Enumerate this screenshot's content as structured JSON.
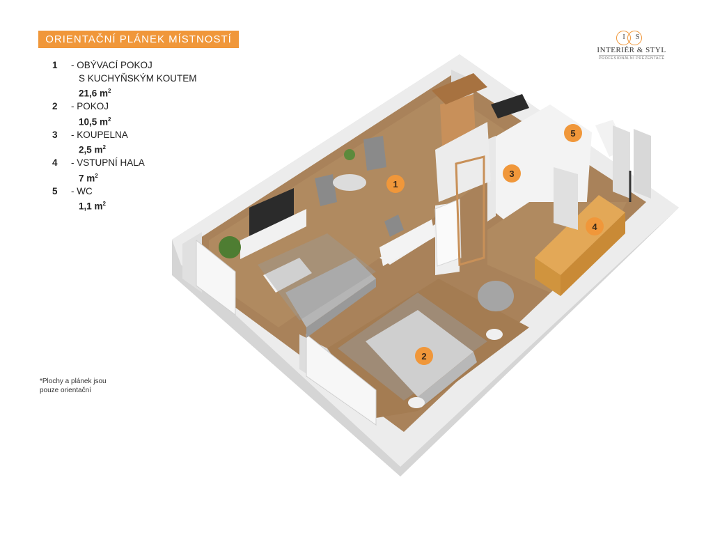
{
  "header": {
    "title": "ORIENTAČNÍ PLÁNEK MÍSTNOSTÍ"
  },
  "legend": [
    {
      "num": "1",
      "name_line1": "- OBÝVACÍ POKOJ",
      "name_line2": "S KUCHYŇSKÝM KOUTEM",
      "area": "21,6 m",
      "area_sup": "2"
    },
    {
      "num": "2",
      "name_line1": "- POKOJ",
      "name_line2": "",
      "area": "10,5 m",
      "area_sup": "2"
    },
    {
      "num": "3",
      "name_line1": "- KOUPELNA",
      "name_line2": "",
      "area": "2,5 m",
      "area_sup": "2"
    },
    {
      "num": "4",
      "name_line1": "- VSTUPNÍ HALA",
      "name_line2": "",
      "area": "7 m",
      "area_sup": "2"
    },
    {
      "num": "5",
      "name_line1": "- WC",
      "name_line2": "",
      "area": "1,1 m",
      "area_sup": "2"
    }
  ],
  "note": {
    "line1": "*Plochy  a plánek jsou",
    "line2": "pouze orientační"
  },
  "logo": {
    "letters": "I S",
    "name": "INTERIÉR & STYL",
    "sub": "PROFESIONÁLNÍ PREZENTACE"
  },
  "markers": [
    "1",
    "2",
    "3",
    "4",
    "5"
  ],
  "colors": {
    "accent": "#f0973a",
    "floor": "#a9825a",
    "wall": "#e4e4e4",
    "wall_shadow": "#c9c9c9"
  }
}
